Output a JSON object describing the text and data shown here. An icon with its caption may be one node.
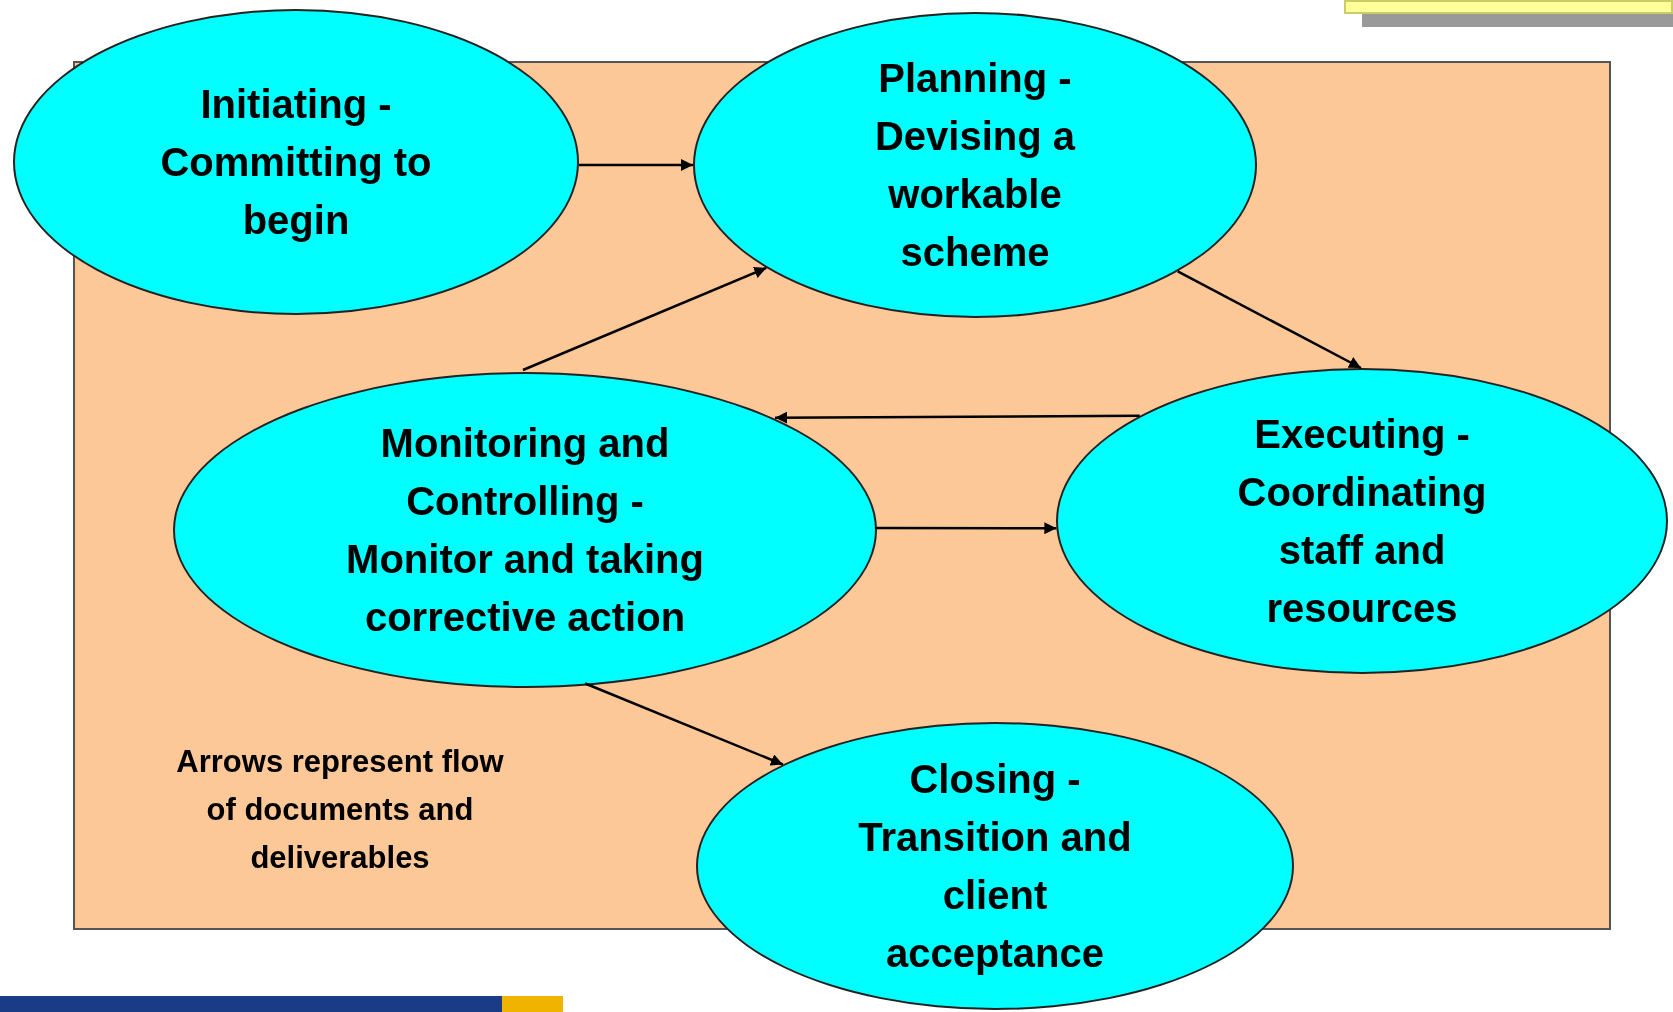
{
  "diagram": {
    "nodes": [
      {
        "text": [
          "Arrows represent flow of documents and deliverables"
        ]
      },
      {
        "text": [
          "Initiating - Committing to begin"
        ]
      },
      {
        "text": [
          "Planning - Devising a workable scheme"
        ]
      },
      {
        "text": [
          "Monitoring and Controlling - Monitor and taking corrective action"
        ],
        "in": 0
      },
      {
        "text": [
          "Executing - Coordinating staff and resources"
        ]
      },
      {
        "text": [
          "Closing - Transition and client acceptance"
        ]
      }
    ],
    "edges": [
      {
        "from": 1,
        "to": 2,
        "arrow": "to"
      },
      {
        "from": 2,
        "to": 4,
        "arrow": "to"
      },
      {
        "from": 4,
        "to": 3,
        "arrow": "to"
      },
      {
        "from": 3,
        "to": 4,
        "arrow": "to"
      },
      {
        "from": 3,
        "to": 2,
        "arrow": "to"
      },
      {
        "from": 3,
        "to": 5,
        "arrow": "to"
      }
    ]
  }
}
